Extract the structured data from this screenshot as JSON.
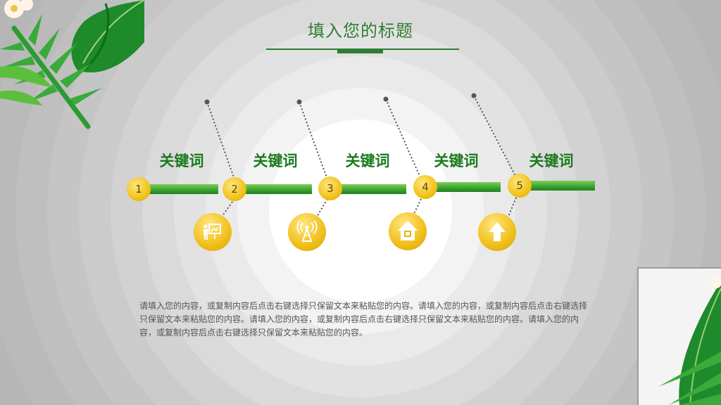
{
  "slide": {
    "title": "填入您的标题",
    "steps": [
      {
        "number": "1",
        "keyword": "关键词"
      },
      {
        "number": "2",
        "keyword": "关键词"
      },
      {
        "number": "3",
        "keyword": "关键词"
      },
      {
        "number": "4",
        "keyword": "关键词"
      },
      {
        "number": "5",
        "keyword": "关键词"
      }
    ],
    "icons": [
      "presentation-icon",
      "signal-tower-icon",
      "house-icon",
      "upload-arrow-icon"
    ],
    "body": "请填入您的内容，或复制内容后点击右键选择只保留文本来粘贴您的内容。请填入您的内容，或复制内容后点击右键选择只保留文本来粘贴您的内容。请填入您的内容，或复制内容后点击右键选择只保留文本来粘贴您的内容。请填入您的内容，或复制内容后点击右键选择只保留文本来粘贴您的内容。",
    "colors": {
      "accent": "#2e7d32",
      "gold": "#f2c21a",
      "text": "#555555"
    }
  }
}
